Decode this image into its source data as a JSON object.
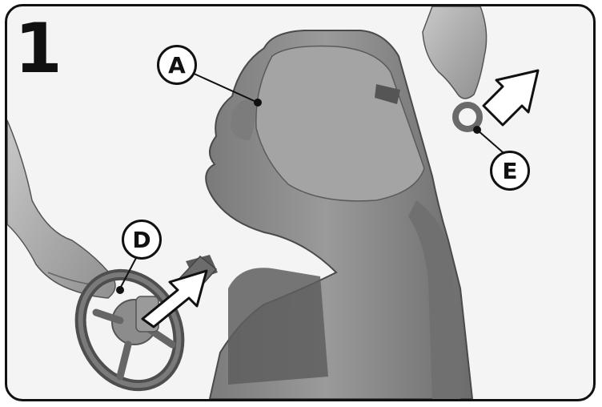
{
  "step": {
    "number": "1"
  },
  "callouts": {
    "a": "A",
    "d": "D",
    "e": "E"
  },
  "colors": {
    "border": "#111111",
    "part_dark": "#6e6e6e",
    "part_mid": "#8d8d8d",
    "part_light": "#b0b0b0",
    "arrow_fill": "#ffffff"
  }
}
